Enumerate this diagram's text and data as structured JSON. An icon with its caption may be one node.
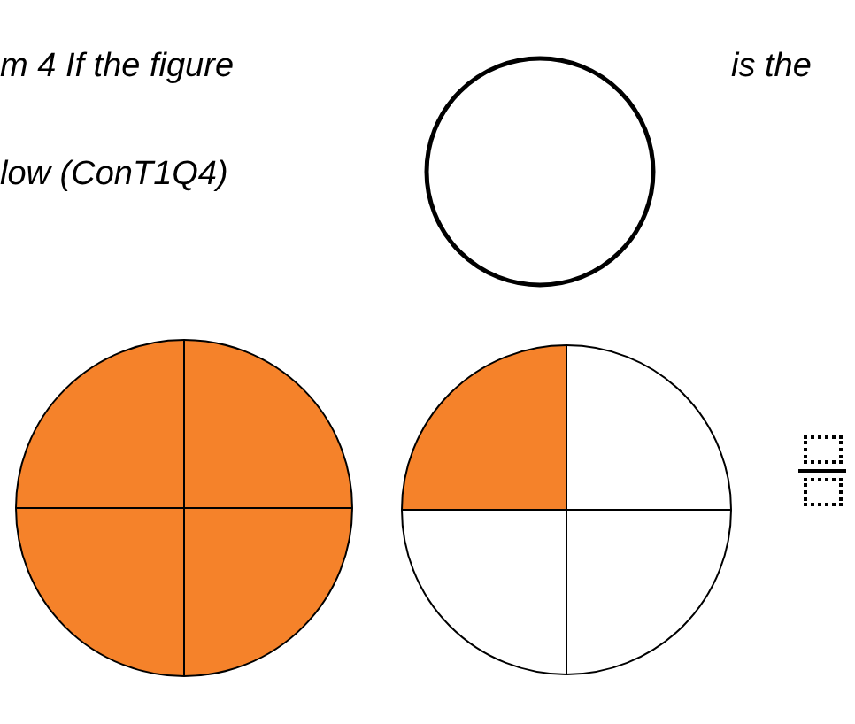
{
  "diagram": {
    "labels": [
      "m 4 If the figure",
      "is the",
      "low (ConT1Q4)"
    ]
  }
}
